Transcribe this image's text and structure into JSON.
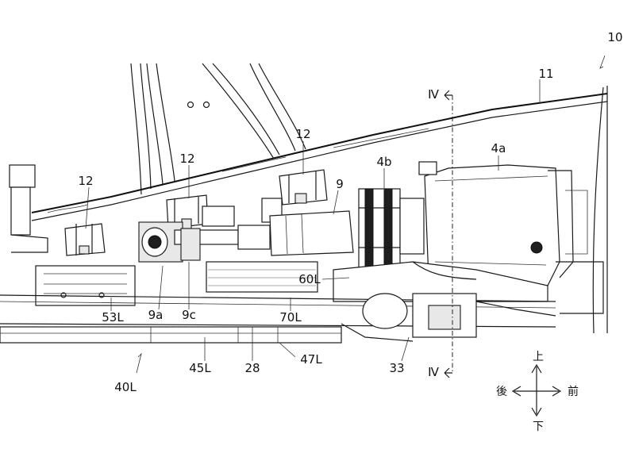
{
  "figure": {
    "assembly_number": "10",
    "labels": {
      "ref_11": "11",
      "ref_12_a": "12",
      "ref_12_b": "12",
      "ref_12_c": "12",
      "ref_4a": "4a",
      "ref_4b": "4b",
      "ref_9": "9",
      "ref_9a": "9a",
      "ref_9c": "9c",
      "ref_60L": "60L",
      "ref_70L": "70L",
      "ref_53L": "53L",
      "ref_45L": "45L",
      "ref_28": "28",
      "ref_47L": "47L",
      "ref_33": "33",
      "ref_40L": "40L"
    },
    "section_marks": {
      "top": "Ⅳ",
      "bottom": "Ⅳ"
    },
    "orientation": {
      "up": "上",
      "down": "下",
      "front": "前",
      "rear": "後"
    }
  }
}
